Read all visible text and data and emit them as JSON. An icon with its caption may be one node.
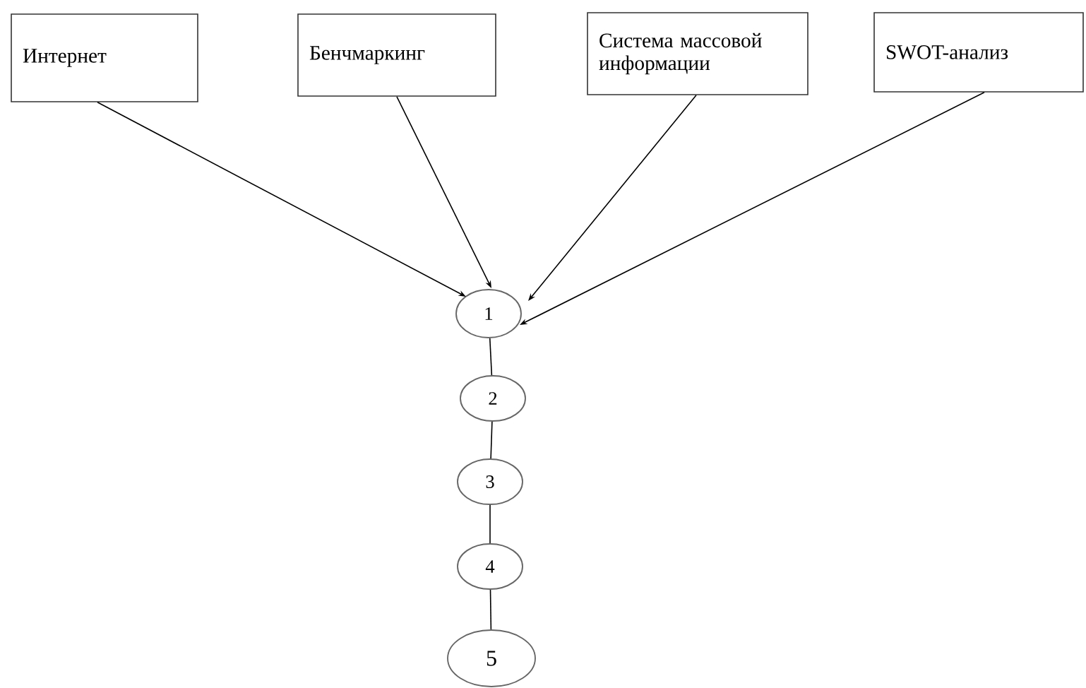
{
  "diagram": {
    "nodes": [
      {
        "text": [
          "Интернет"
        ]
      },
      {
        "text": [
          "Бенчмаркинг"
        ]
      },
      {
        "text": [
          "Система массовой информации"
        ]
      },
      {
        "text": [
          "SWOT-анализ"
        ]
      },
      {
        "text": [
          "1"
        ]
      },
      {
        "text": [
          "2"
        ]
      },
      {
        "text": [
          "3"
        ]
      },
      {
        "text": [
          "4"
        ]
      },
      {
        "text": [
          "5"
        ]
      }
    ],
    "edges": [
      {
        "from": 0,
        "to": 4,
        "arrow": "to"
      },
      {
        "from": 1,
        "to": 4,
        "arrow": "to"
      },
      {
        "from": 2,
        "to": 4,
        "arrow": "to"
      },
      {
        "from": 3,
        "to": 4,
        "arrow": "to"
      },
      {
        "from": 4,
        "to": 5,
        "arrow": "none"
      },
      {
        "from": 5,
        "to": 6,
        "arrow": "none"
      },
      {
        "from": 6,
        "to": 7,
        "arrow": "none"
      },
      {
        "from": 7,
        "to": 8,
        "arrow": "none"
      }
    ]
  }
}
